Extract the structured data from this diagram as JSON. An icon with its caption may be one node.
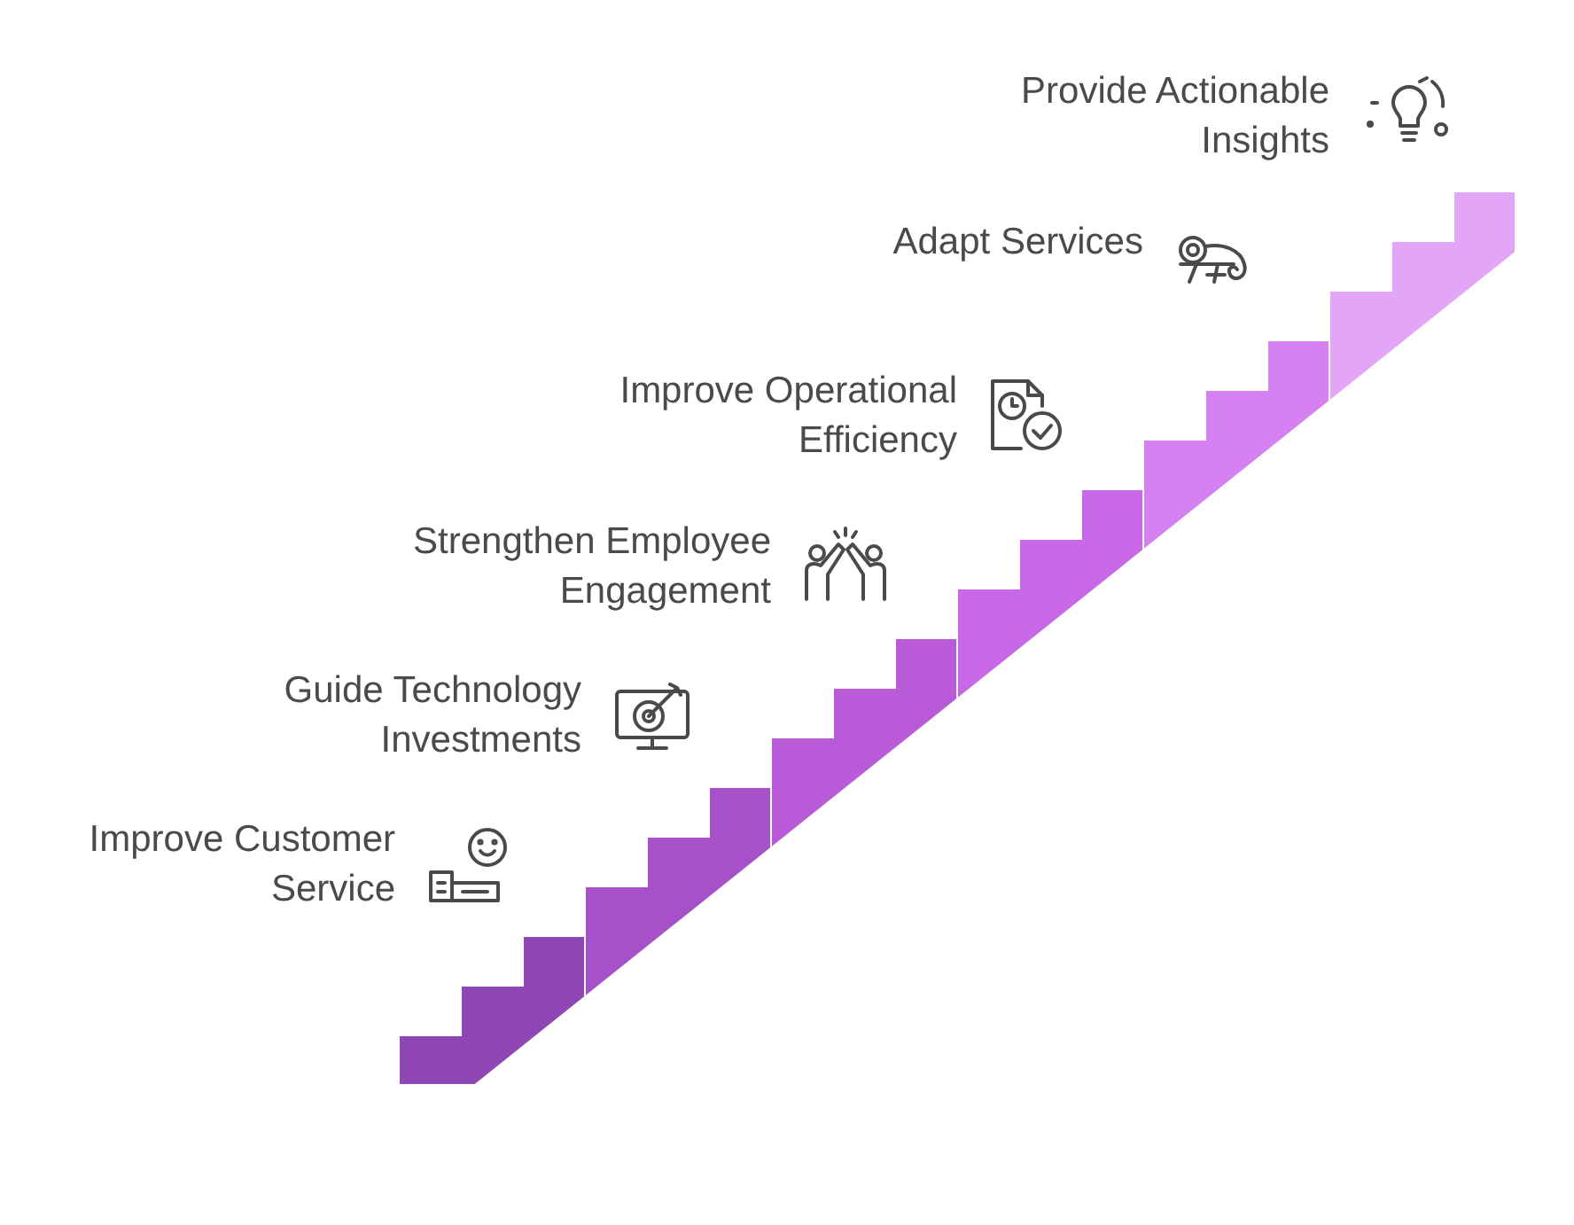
{
  "diagram": {
    "labels": [
      "Provide Actionable Insights",
      "Adapt Services",
      "Improve Operational Efficiency",
      "Strengthen Employee Engagement",
      "Guide Technology Investments",
      "Improve Customer Service"
    ]
  }
}
